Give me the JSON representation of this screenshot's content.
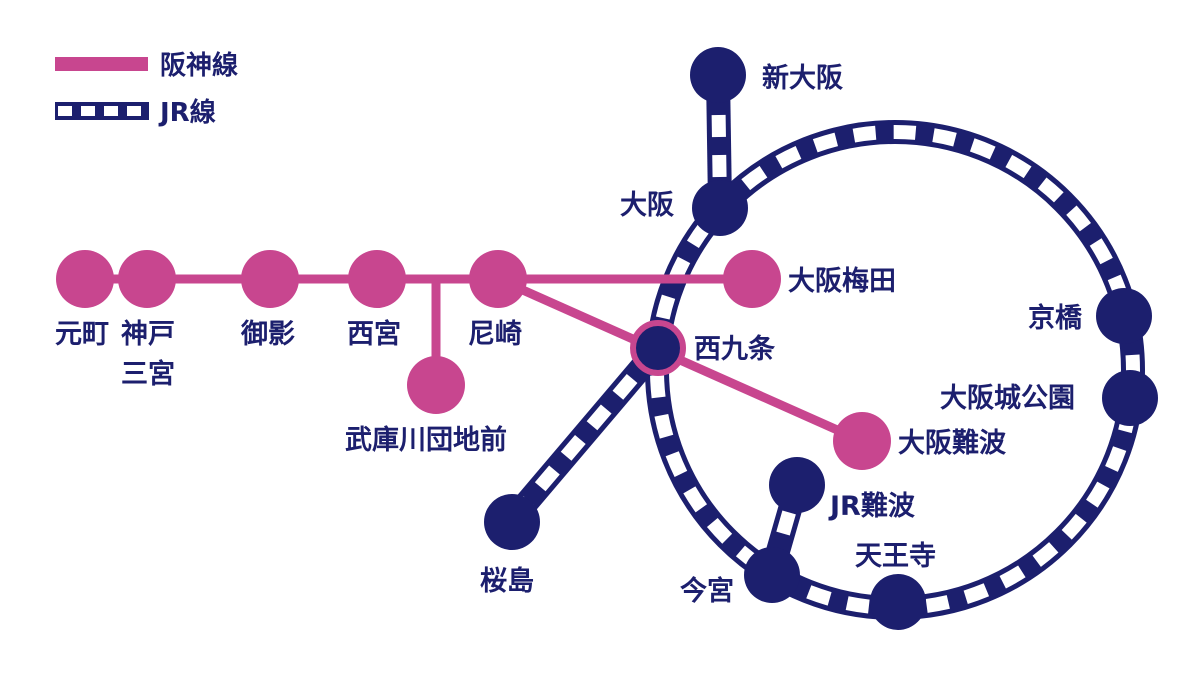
{
  "legend": {
    "hanshin_label": "阪神線",
    "jr_label": "JR線"
  },
  "colors": {
    "hanshin": "#c8468f",
    "jr": "#1c1f6e",
    "station_hanshin": "#c8468f",
    "station_jr": "#1c1f6e",
    "text": "#1c1f6e"
  },
  "stations": {
    "motomachi": "元町",
    "kobe_sannomiya_1": "神戸",
    "kobe_sannomiya_2": "三宮",
    "mikage": "御影",
    "nishinomiya": "西宮",
    "amagasaki": "尼崎",
    "mukogawa_danchimae": "武庫川団地前",
    "osaka_umeda": "大阪梅田",
    "nishikujo": "西九条",
    "osaka_namba": "大阪難波",
    "shin_osaka": "新大阪",
    "osaka": "大阪",
    "kyobashi": "京橋",
    "osakajokoen": "大阪城公園",
    "jr_namba": "JR難波",
    "tennoji": "天王寺",
    "imamiya": "今宮",
    "sakurajima": "桜島"
  }
}
